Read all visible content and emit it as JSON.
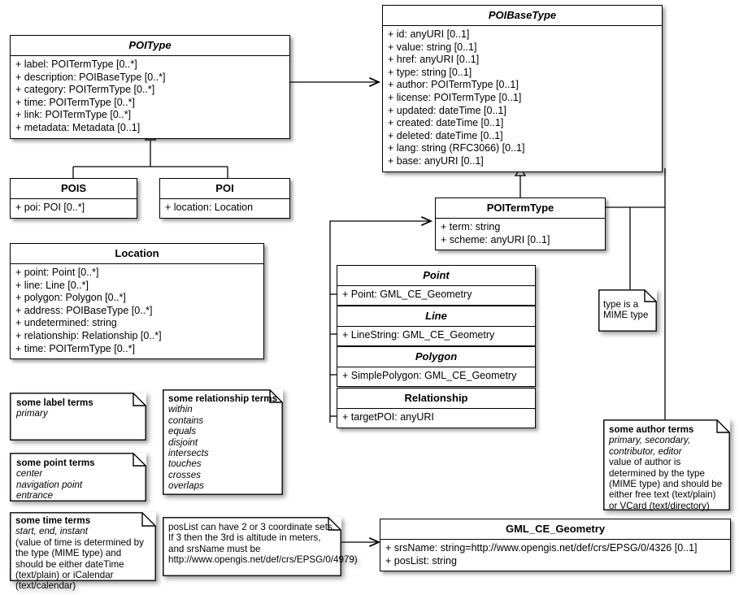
{
  "diagram": {
    "title": "POI UML class diagram",
    "classes": [
      {
        "id": "poibasetype",
        "name": "POIBaseType",
        "italic": true,
        "attributes": [
          "+ id: anyURI [0..1]",
          "+ value: string [0..1]",
          "+ href: anyURI [0..1]",
          "+ type: string [0..1]",
          "+ author: POITermType [0..1]",
          "+ license: POITermType [0..1]",
          "+ updated: dateTime [0..1]",
          "+ created: dateTime [0..1]",
          "+ deleted: dateTime [0..1]",
          "+ lang: string (RFC3066) [0..1]",
          "+ base: anyURI [0..1]"
        ]
      },
      {
        "id": "poitype",
        "name": "POIType",
        "italic": true,
        "attributes": [
          "+ label: POITermType [0..*]",
          "+ description: POIBaseType [0..*]",
          "+ category: POITermType [0..*]",
          "+ time: POITermType [0..*]",
          "+ link: POITermType [0..*]",
          "+ metadata: Metadata [0..1]"
        ]
      },
      {
        "id": "pois",
        "name": "POIS",
        "italic": false,
        "attributes": [
          "+ poi: POI [0..*]"
        ]
      },
      {
        "id": "poi",
        "name": "POI",
        "italic": false,
        "attributes": [
          "+ location: Location"
        ]
      },
      {
        "id": "location",
        "name": "Location",
        "italic": false,
        "attributes": [
          "+ point: Point [0..*]",
          "+ line: Line [0..*]",
          "+ polygon: Polygon [0..*]",
          "+ address: POIBaseType [0..*]",
          "+ undetermined: string",
          "+ relationship: Relationship [0..*]",
          "+ time: POITermType [0..*]"
        ]
      },
      {
        "id": "poitermtype",
        "name": "POITermType",
        "italic": false,
        "attributes": [
          "+ term: string",
          "+ scheme: anyURI [0..1]"
        ]
      },
      {
        "id": "point",
        "name": "Point",
        "italic": true,
        "attributes": [
          "+ Point: GML_CE_Geometry"
        ]
      },
      {
        "id": "line",
        "name": "Line",
        "italic": true,
        "attributes": [
          "+ LineString: GML_CE_Geometry"
        ]
      },
      {
        "id": "polygon",
        "name": "Polygon",
        "italic": true,
        "attributes": [
          "+ SimplePolygon: GML_CE_Geometry"
        ]
      },
      {
        "id": "relationship",
        "name": "Relationship",
        "italic": false,
        "attributes": [
          "+ targetPOI: anyURI"
        ]
      },
      {
        "id": "gml",
        "name": "GML_CE_Geometry",
        "italic": false,
        "attributes": [
          "+ srsName: string=http://www.opengis.net/def/crs/EPSG/0/4326 [0..1]",
          "+ posList: string"
        ]
      }
    ],
    "notes": [
      {
        "id": "note-label-terms",
        "title": "some label terms",
        "italic_lines": [
          "primary"
        ],
        "plain_lines": []
      },
      {
        "id": "note-point-terms",
        "title": "some point terms",
        "italic_lines": [
          "center",
          "navigation point",
          "entrance"
        ],
        "plain_lines": []
      },
      {
        "id": "note-time-terms",
        "title": "some time terms",
        "italic_lines": [
          "start, end, instant"
        ],
        "plain_lines": [
          "(value of time is determined by the type (MIME type) and should be either dateTime (text/plain) or iCalendar (text/calendar)"
        ]
      },
      {
        "id": "note-relationship-terms",
        "title": "some relationship terms",
        "italic_lines": [
          "within",
          "contains",
          "equals",
          "disjoint",
          "intersects",
          "touches",
          "crosses",
          "overlaps"
        ],
        "plain_lines": []
      },
      {
        "id": "note-poslist",
        "title": "",
        "italic_lines": [],
        "plain_lines": [
          "posList can have 2 or 3 coordinate sets. If 3 then the 3rd is altitude in meters, and srsName must be http://www.opengis.net/def/crs/EPSG/0/4979)"
        ]
      },
      {
        "id": "note-mime-type",
        "title": "",
        "italic_lines": [],
        "plain_lines": [
          "type is a MIME type"
        ]
      },
      {
        "id": "note-author-terms",
        "title": "some author terms",
        "italic_lines": [
          "primary, secondary,",
          "contributor, editor"
        ],
        "plain_lines": [
          "value of author is determined by the type (MIME type) and should be either free text (text/plain) or VCard (text/directory)"
        ]
      }
    ],
    "colors": {
      "line": "#000000",
      "fill": "#ffffff",
      "shadow": "rgba(0,0,0,0.38)"
    }
  }
}
